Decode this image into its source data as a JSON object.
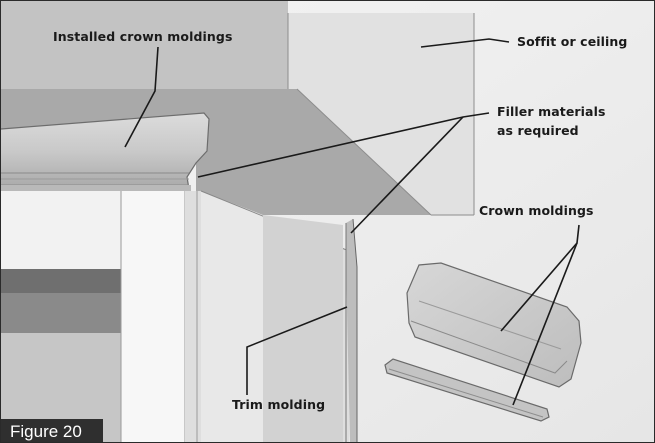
{
  "figure": {
    "tag": "Figure 20"
  },
  "labels": {
    "installed_crown_moldings": "Installed crown moldings",
    "soffit_or_ceiling": "Soffit or ceiling",
    "filler_line1": "Filler materials",
    "filler_line2": "as required",
    "crown_moldings": "Crown moldings",
    "trim_molding": "Trim molding"
  }
}
